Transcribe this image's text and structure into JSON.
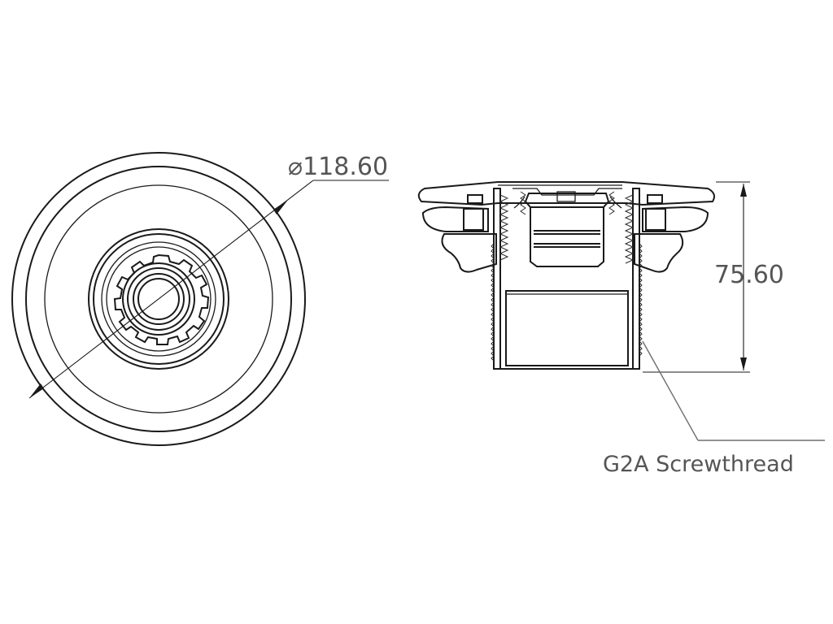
{
  "diameter_dimension": {
    "symbol": "⌀",
    "value": "118.60"
  },
  "height_dimension": {
    "value": "75.60"
  },
  "thread_note": {
    "text": "G2A Screwthread"
  },
  "colors": {
    "line": "#1a1a1a",
    "text": "#555555",
    "background": "#ffffff"
  }
}
